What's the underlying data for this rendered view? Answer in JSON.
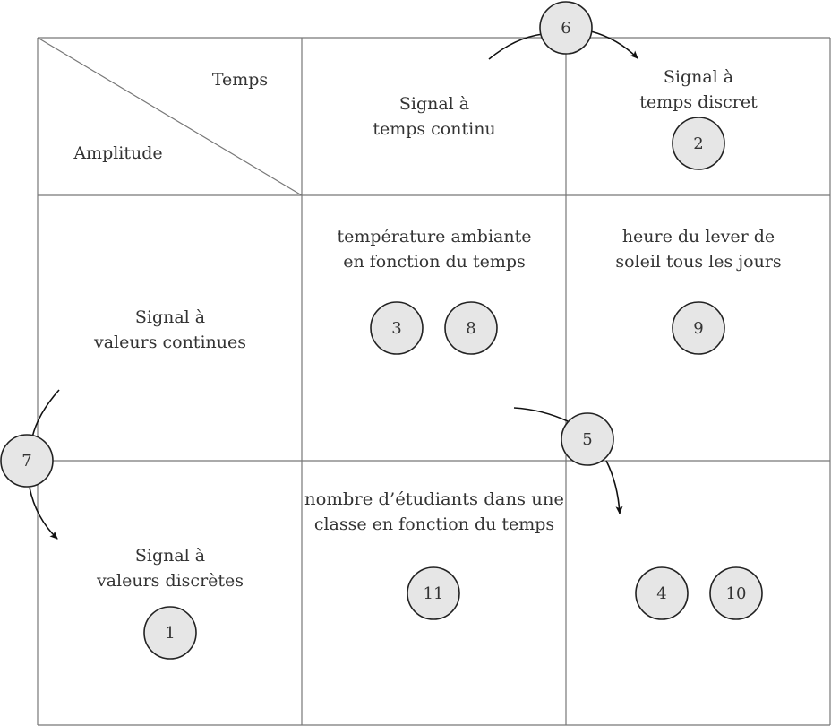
{
  "header": {
    "corner_top": "Temps",
    "corner_bottom": "Amplitude",
    "col_continuous": [
      "Signal à",
      "temps continu"
    ],
    "col_discrete": [
      "Signal à",
      "temps discret"
    ],
    "row_continuous": [
      "Signal à",
      "valeurs continues"
    ],
    "row_discrete": [
      "Signal à",
      "valeurs discrètes"
    ]
  },
  "cells": {
    "cont_cont": [
      "température ambiante",
      "en fonction du temps"
    ],
    "cont_disc_time": [
      "heure du lever de",
      "soleil tous les jours"
    ],
    "disc_cont": [
      "nombre d’étudiants dans une",
      "classe en fonction du temps"
    ],
    "disc_disc": []
  },
  "markers": [
    {
      "id": "marker-1",
      "label": "1",
      "cell": "row-discrete-header"
    },
    {
      "id": "marker-2",
      "label": "2",
      "cell": "col-discrete-header"
    },
    {
      "id": "marker-3",
      "label": "3",
      "cell": "continuous-values-continuous-time"
    },
    {
      "id": "marker-8",
      "label": "8",
      "cell": "continuous-values-continuous-time"
    },
    {
      "id": "marker-9",
      "label": "9",
      "cell": "continuous-values-discrete-time"
    },
    {
      "id": "marker-11",
      "label": "11",
      "cell": "discrete-values-continuous-time"
    },
    {
      "id": "marker-4",
      "label": "4",
      "cell": "discrete-values-discrete-time"
    },
    {
      "id": "marker-10",
      "label": "10",
      "cell": "discrete-values-discrete-time"
    },
    {
      "id": "marker-6",
      "label": "6",
      "cell": "arrow-continuous-to-discrete-time"
    },
    {
      "id": "marker-7",
      "label": "7",
      "cell": "arrow-continuous-to-discrete-values"
    },
    {
      "id": "marker-5",
      "label": "5",
      "cell": "arrow-diagonal"
    }
  ],
  "colors": {
    "circle_fill": "#e6e6e6",
    "grid": "#777777",
    "text": "#333333"
  }
}
